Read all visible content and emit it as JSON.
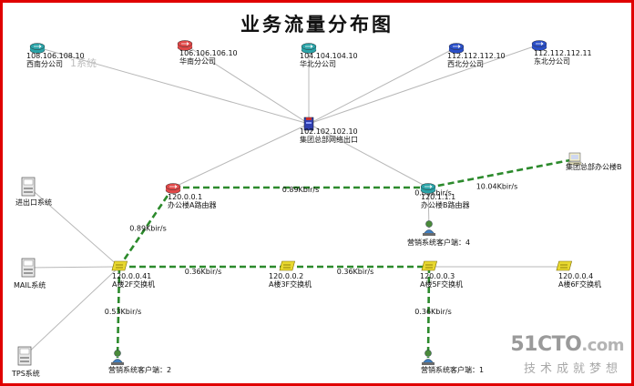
{
  "title": "业务流量分布图",
  "colors": {
    "frame": "#e00000",
    "link_normal": "#b8b8b8",
    "link_hot": "#2c8a2c",
    "router": "#2aa3a8",
    "router_alert": "#e04848",
    "router_ok": "#2a4fc8",
    "switch": "#e8d830",
    "gateway": "#3040b0"
  },
  "nodes": {
    "n_sw": {
      "icon": "router-icon",
      "ip": "108.106.108.10",
      "name": "西南分公司"
    },
    "n_hn": {
      "icon": "router-alert-icon",
      "ip": "106.106.106.10",
      "name": "华南分公司"
    },
    "n_hb": {
      "icon": "router-icon",
      "ip": "104.104.104.10",
      "name": "华北分公司"
    },
    "n_xb": {
      "icon": "router-blue-icon",
      "ip": "112.112.112.10",
      "name": "西北分公司"
    },
    "n_db": {
      "icon": "router-blue-icon",
      "ip": "112.112.112.11",
      "name": "东北分公司"
    },
    "n_gw": {
      "icon": "gateway-icon",
      "ip": "102.102.102.10",
      "name": "集团总部网络出口"
    },
    "n_ra": {
      "icon": "router-alert-icon",
      "ip": "120.0.0.1",
      "name": "办公楼A路由器"
    },
    "n_rb": {
      "icon": "router-icon",
      "ip": "120.1.1.1",
      "name": "办公楼B路由器"
    },
    "n_hq": {
      "icon": "pc-icon",
      "ip": "",
      "name": "集团总部办公楼B"
    },
    "n_c4": {
      "icon": "user-icon",
      "ip": "",
      "name": "营销系统客户端：4"
    },
    "n_io": {
      "icon": "server-icon",
      "ip": "",
      "name": "进出口系统"
    },
    "n_mail": {
      "icon": "server-icon",
      "ip": "",
      "name": "MAIL系统"
    },
    "n_tps": {
      "icon": "server-icon",
      "ip": "",
      "name": "TPS系统"
    },
    "n_s2": {
      "icon": "switch-icon",
      "ip": "120.0.0.41",
      "name": "A楼2F交换机"
    },
    "n_s3": {
      "icon": "switch-icon",
      "ip": "120.0.0.2",
      "name": "A楼3F交换机"
    },
    "n_s5": {
      "icon": "switch-icon",
      "ip": "120.0.0.3",
      "name": "A楼5F交换机"
    },
    "n_s6": {
      "icon": "switch-icon",
      "ip": "120.0.0.4",
      "name": "A楼6F交换机"
    },
    "n_c2": {
      "icon": "user-icon",
      "ip": "",
      "name": "营销系统客户端：2"
    },
    "n_c1": {
      "icon": "user-icon",
      "ip": "",
      "name": "营销系统客户端：1"
    }
  },
  "links": [
    {
      "from": "n_sw",
      "to": "n_gw",
      "hot": false,
      "rate": ""
    },
    {
      "from": "n_hn",
      "to": "n_gw",
      "hot": false,
      "rate": ""
    },
    {
      "from": "n_hb",
      "to": "n_gw",
      "hot": false,
      "rate": ""
    },
    {
      "from": "n_xb",
      "to": "n_gw",
      "hot": false,
      "rate": ""
    },
    {
      "from": "n_db",
      "to": "n_gw",
      "hot": false,
      "rate": ""
    },
    {
      "from": "n_gw",
      "to": "n_ra",
      "hot": false,
      "rate": ""
    },
    {
      "from": "n_gw",
      "to": "n_rb",
      "hot": false,
      "rate": ""
    },
    {
      "from": "n_ra",
      "to": "n_rb",
      "hot": true,
      "rate": "0.89Kbir/s"
    },
    {
      "from": "n_rb",
      "to": "n_hq",
      "hot": true,
      "rate": "10.04Kbir/s"
    },
    {
      "from": "n_rb",
      "to": "n_c4",
      "hot": false,
      "rate": "0.05Kbir/s"
    },
    {
      "from": "n_ra",
      "to": "n_s2",
      "hot": true,
      "rate": "0.89Kbir/s"
    },
    {
      "from": "n_io",
      "to": "n_s2",
      "hot": false,
      "rate": ""
    },
    {
      "from": "n_mail",
      "to": "n_s2",
      "hot": false,
      "rate": ""
    },
    {
      "from": "n_tps",
      "to": "n_s2",
      "hot": false,
      "rate": ""
    },
    {
      "from": "n_s2",
      "to": "n_s3",
      "hot": true,
      "rate": "0.36Kbir/s"
    },
    {
      "from": "n_s3",
      "to": "n_s5",
      "hot": true,
      "rate": "0.36Kbir/s"
    },
    {
      "from": "n_s5",
      "to": "n_s6",
      "hot": false,
      "rate": ""
    },
    {
      "from": "n_s2",
      "to": "n_c2",
      "hot": true,
      "rate": "0.53Kbir/s"
    },
    {
      "from": "n_s5",
      "to": "n_c1",
      "hot": true,
      "rate": "0.36Kbir/s"
    }
  ],
  "ghost_text": "1系统",
  "watermark": {
    "main": "51CTO",
    "tld": ".com",
    "sub": "技术成就梦想"
  }
}
